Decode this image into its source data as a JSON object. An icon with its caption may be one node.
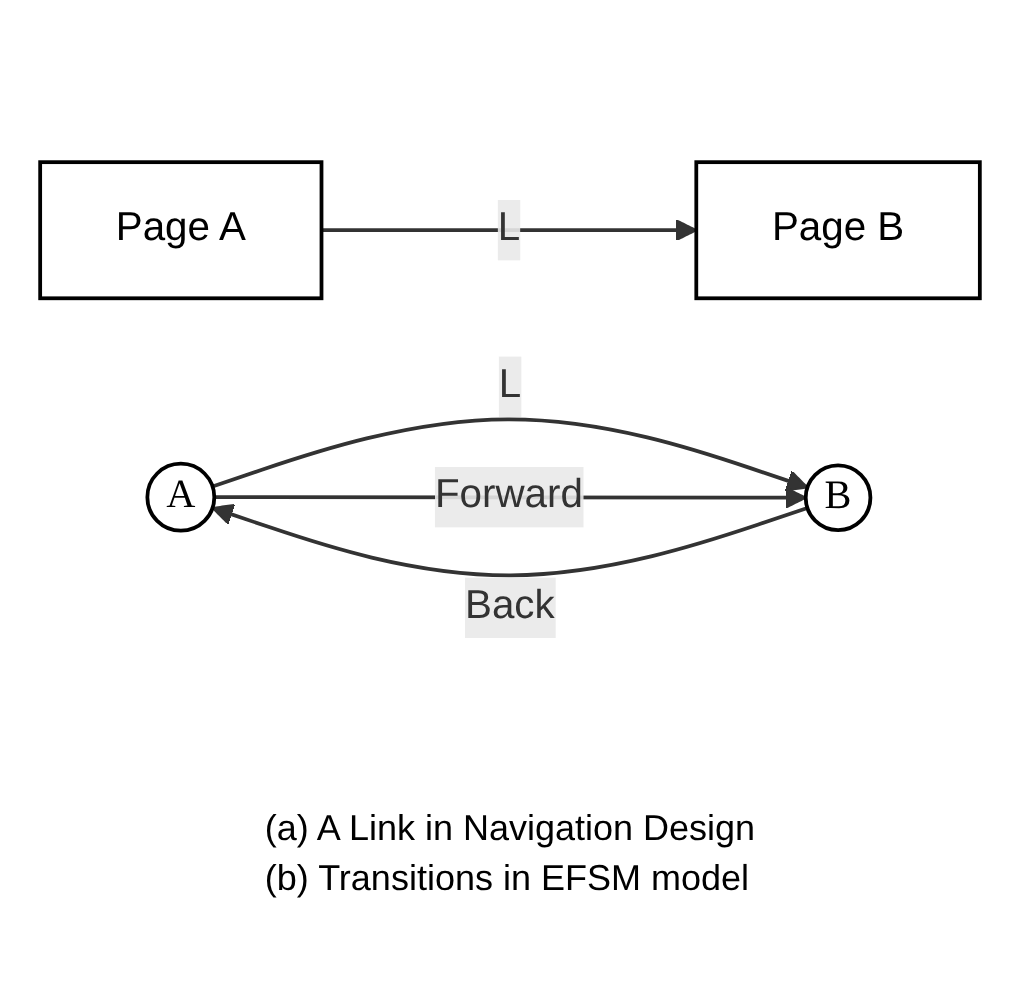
{
  "diagram": {
    "nodes": [
      {
        "text": [
          "Page A"
        ]
      },
      {
        "text": [
          "Page B"
        ]
      },
      {
        "text": [
          "A"
        ]
      },
      {
        "text": [
          "B"
        ]
      }
    ],
    "edges": [
      {
        "from": 0,
        "to": 1,
        "arrow": "to",
        "label": "L"
      },
      {
        "from": 3,
        "to": 2,
        "arrow": "to",
        "label": "Back"
      },
      {
        "from": 2,
        "to": 3,
        "arrow": "to",
        "label": "L"
      },
      {
        "from": 2,
        "to": 3,
        "arrow": "to",
        "label": "Forward"
      }
    ],
    "labels": [
      "(a) A Link in Navigation Design",
      "(b) Transitions in EFSM model"
    ]
  }
}
